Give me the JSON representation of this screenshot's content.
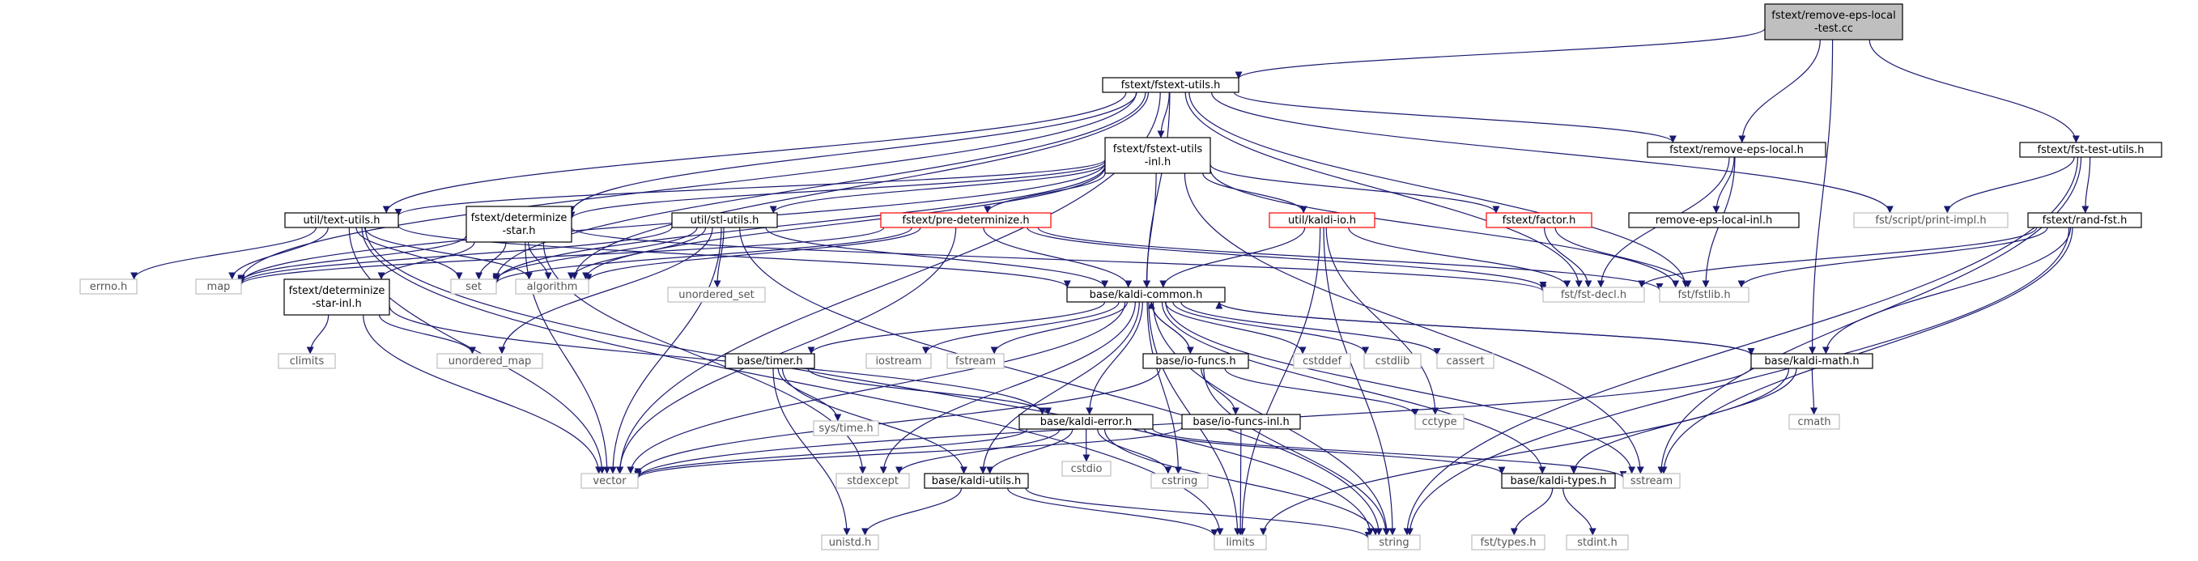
{
  "graph": {
    "colors": {
      "edge": "#191970",
      "root_fill": "#bfbfbf",
      "project_border": "#000000",
      "red_border": "#ff0000",
      "system_border": "#bfbfbf",
      "system_text": "#555555"
    },
    "nodes": [
      {
        "id": "root",
        "lines": [
          "fstext/remove-eps-local",
          "-test.cc"
        ],
        "kind": "root"
      },
      {
        "id": "fstext_utils",
        "lines": [
          "fstext/fstext-utils.h"
        ],
        "kind": "project"
      },
      {
        "id": "fstext_utils_inl",
        "lines": [
          "fstext/fstext-utils",
          "-inl.h"
        ],
        "kind": "project"
      },
      {
        "id": "remove_eps_local",
        "lines": [
          "fstext/remove-eps-local.h"
        ],
        "kind": "project"
      },
      {
        "id": "fst_test_utils",
        "lines": [
          "fstext/fst-test-utils.h"
        ],
        "kind": "project"
      },
      {
        "id": "util_text_utils",
        "lines": [
          "util/text-utils.h"
        ],
        "kind": "project"
      },
      {
        "id": "determinize_star",
        "lines": [
          "fstext/determinize",
          "-star.h"
        ],
        "kind": "project"
      },
      {
        "id": "util_stl_utils",
        "lines": [
          "util/stl-utils.h"
        ],
        "kind": "project"
      },
      {
        "id": "pre_determinize",
        "lines": [
          "fstext/pre-determinize.h"
        ],
        "kind": "red"
      },
      {
        "id": "kaldi_io",
        "lines": [
          "util/kaldi-io.h"
        ],
        "kind": "red"
      },
      {
        "id": "factor",
        "lines": [
          "fstext/factor.h"
        ],
        "kind": "red"
      },
      {
        "id": "remove_eps_local_inl",
        "lines": [
          "remove-eps-local-inl.h"
        ],
        "kind": "project"
      },
      {
        "id": "print_impl",
        "lines": [
          "fst/script/print-impl.h"
        ],
        "kind": "system"
      },
      {
        "id": "rand_fst",
        "lines": [
          "fstext/rand-fst.h"
        ],
        "kind": "project"
      },
      {
        "id": "errno",
        "lines": [
          "errno.h"
        ],
        "kind": "system"
      },
      {
        "id": "map",
        "lines": [
          "map"
        ],
        "kind": "system"
      },
      {
        "id": "set",
        "lines": [
          "set"
        ],
        "kind": "system"
      },
      {
        "id": "algorithm",
        "lines": [
          "algorithm"
        ],
        "kind": "system"
      },
      {
        "id": "determinize_star_inl",
        "lines": [
          "fstext/determinize",
          "-star-inl.h"
        ],
        "kind": "project"
      },
      {
        "id": "unordered_set",
        "lines": [
          "unordered_set"
        ],
        "kind": "system"
      },
      {
        "id": "kaldi_common",
        "lines": [
          "base/kaldi-common.h"
        ],
        "kind": "project"
      },
      {
        "id": "fst_decl",
        "lines": [
          "fst/fst-decl.h"
        ],
        "kind": "system"
      },
      {
        "id": "fstlib",
        "lines": [
          "fst/fstlib.h"
        ],
        "kind": "system"
      },
      {
        "id": "climits",
        "lines": [
          "climits"
        ],
        "kind": "system"
      },
      {
        "id": "unordered_map",
        "lines": [
          "unordered_map"
        ],
        "kind": "system"
      },
      {
        "id": "timer",
        "lines": [
          "base/timer.h"
        ],
        "kind": "project"
      },
      {
        "id": "iostream",
        "lines": [
          "iostream"
        ],
        "kind": "system"
      },
      {
        "id": "fstream",
        "lines": [
          "fstream"
        ],
        "kind": "system"
      },
      {
        "id": "io_funcs",
        "lines": [
          "base/io-funcs.h"
        ],
        "kind": "project"
      },
      {
        "id": "cstddef",
        "lines": [
          "cstddef"
        ],
        "kind": "system"
      },
      {
        "id": "cstdlib",
        "lines": [
          "cstdlib"
        ],
        "kind": "system"
      },
      {
        "id": "cassert",
        "lines": [
          "cassert"
        ],
        "kind": "system"
      },
      {
        "id": "kaldi_math",
        "lines": [
          "base/kaldi-math.h"
        ],
        "kind": "project"
      },
      {
        "id": "sys_time",
        "lines": [
          "sys/time.h"
        ],
        "kind": "system"
      },
      {
        "id": "io_funcs_inl",
        "lines": [
          "base/io-funcs-inl.h"
        ],
        "kind": "project"
      },
      {
        "id": "cctype",
        "lines": [
          "cctype"
        ],
        "kind": "system"
      },
      {
        "id": "cmath",
        "lines": [
          "cmath"
        ],
        "kind": "system"
      },
      {
        "id": "kaldi_error",
        "lines": [
          "base/kaldi-error.h"
        ],
        "kind": "project"
      },
      {
        "id": "vector",
        "lines": [
          "vector"
        ],
        "kind": "system"
      },
      {
        "id": "stdexcept",
        "lines": [
          "stdexcept"
        ],
        "kind": "system"
      },
      {
        "id": "kaldi_utils",
        "lines": [
          "base/kaldi-utils.h"
        ],
        "kind": "project"
      },
      {
        "id": "cstdio",
        "lines": [
          "cstdio"
        ],
        "kind": "system"
      },
      {
        "id": "cstring",
        "lines": [
          "cstring"
        ],
        "kind": "system"
      },
      {
        "id": "sstream",
        "lines": [
          "sstream"
        ],
        "kind": "system"
      },
      {
        "id": "kaldi_types",
        "lines": [
          "base/kaldi-types.h"
        ],
        "kind": "project"
      },
      {
        "id": "unistd",
        "lines": [
          "unistd.h"
        ],
        "kind": "system"
      },
      {
        "id": "limits",
        "lines": [
          "limits"
        ],
        "kind": "system"
      },
      {
        "id": "string",
        "lines": [
          "string"
        ],
        "kind": "system"
      },
      {
        "id": "fst_types",
        "lines": [
          "fst/types.h"
        ],
        "kind": "system"
      },
      {
        "id": "stdint",
        "lines": [
          "stdint.h"
        ],
        "kind": "system"
      }
    ],
    "edges": [
      [
        "root",
        "fstext_utils"
      ],
      [
        "root",
        "remove_eps_local"
      ],
      [
        "root",
        "fst_test_utils"
      ],
      [
        "root",
        "kaldi_math"
      ],
      [
        "fstext_utils",
        "fstext_utils_inl"
      ],
      [
        "fstext_utils",
        "remove_eps_local"
      ],
      [
        "fstext_utils",
        "print_impl"
      ],
      [
        "fstext_utils",
        "util_text_utils"
      ],
      [
        "fstext_utils",
        "determinize_star"
      ],
      [
        "fstext_utils",
        "map"
      ],
      [
        "fstext_utils",
        "set"
      ],
      [
        "fstext_utils",
        "algorithm"
      ],
      [
        "fstext_utils",
        "kaldi_common"
      ],
      [
        "fstext_utils",
        "fst_decl"
      ],
      [
        "fstext_utils",
        "fstlib"
      ],
      [
        "fstext_utils",
        "vector"
      ],
      [
        "fstext_utils_inl",
        "util_text_utils"
      ],
      [
        "fstext_utils_inl",
        "determinize_star"
      ],
      [
        "fstext_utils_inl",
        "util_stl_utils"
      ],
      [
        "fstext_utils_inl",
        "pre_determinize"
      ],
      [
        "fstext_utils_inl",
        "kaldi_io"
      ],
      [
        "fstext_utils_inl",
        "factor"
      ],
      [
        "fstext_utils_inl",
        "kaldi_common"
      ],
      [
        "fstext_utils_inl",
        "algorithm"
      ],
      [
        "fstext_utils_inl",
        "map"
      ],
      [
        "fstext_utils_inl",
        "set"
      ],
      [
        "fstext_utils_inl",
        "fstlib"
      ],
      [
        "fstext_utils_inl",
        "sstream"
      ],
      [
        "remove_eps_local",
        "remove_eps_local_inl"
      ],
      [
        "remove_eps_local",
        "fst_decl"
      ],
      [
        "remove_eps_local",
        "fstlib"
      ],
      [
        "fst_test_utils",
        "print_impl"
      ],
      [
        "fst_test_utils",
        "rand_fst"
      ],
      [
        "fst_test_utils",
        "sstream"
      ],
      [
        "fst_test_utils",
        "string"
      ],
      [
        "util_text_utils",
        "errno"
      ],
      [
        "util_text_utils",
        "map"
      ],
      [
        "util_text_utils",
        "set"
      ],
      [
        "util_text_utils",
        "algorithm"
      ],
      [
        "util_text_utils",
        "kaldi_common"
      ],
      [
        "util_text_utils",
        "vector"
      ],
      [
        "util_text_utils",
        "string"
      ],
      [
        "util_text_utils",
        "limits"
      ],
      [
        "determinize_star",
        "determinize_star_inl"
      ],
      [
        "determinize_star",
        "map"
      ],
      [
        "determinize_star",
        "set"
      ],
      [
        "determinize_star",
        "algorithm"
      ],
      [
        "determinize_star",
        "fst_decl"
      ],
      [
        "determinize_star",
        "vector"
      ],
      [
        "determinize_star",
        "stdexcept"
      ],
      [
        "util_stl_utils",
        "map"
      ],
      [
        "util_stl_utils",
        "set"
      ],
      [
        "util_stl_utils",
        "algorithm"
      ],
      [
        "util_stl_utils",
        "unordered_set"
      ],
      [
        "util_stl_utils",
        "unordered_map"
      ],
      [
        "util_stl_utils",
        "kaldi_common"
      ],
      [
        "util_stl_utils",
        "vector"
      ],
      [
        "util_stl_utils",
        "string"
      ],
      [
        "pre_determinize",
        "map"
      ],
      [
        "pre_determinize",
        "set"
      ],
      [
        "pre_determinize",
        "algorithm"
      ],
      [
        "pre_determinize",
        "kaldi_common"
      ],
      [
        "pre_determinize",
        "fst_decl"
      ],
      [
        "pre_determinize",
        "fstlib"
      ],
      [
        "pre_determinize",
        "vector"
      ],
      [
        "kaldi_io",
        "kaldi_common"
      ],
      [
        "kaldi_io",
        "fst_decl"
      ],
      [
        "kaldi_io",
        "cctype"
      ],
      [
        "kaldi_io",
        "string"
      ],
      [
        "kaldi_io",
        "limits"
      ],
      [
        "factor",
        "fst_decl"
      ],
      [
        "factor",
        "fstlib"
      ],
      [
        "rand_fst",
        "fst_decl"
      ],
      [
        "rand_fst",
        "fstlib"
      ],
      [
        "rand_fst",
        "kaldi_math"
      ],
      [
        "rand_fst",
        "sstream"
      ],
      [
        "rand_fst",
        "string"
      ],
      [
        "determinize_star_inl",
        "climits"
      ],
      [
        "determinize_star_inl",
        "unordered_map"
      ],
      [
        "determinize_star_inl",
        "vector"
      ],
      [
        "determinize_star_inl",
        "kaldi_error"
      ],
      [
        "kaldi_common",
        "timer"
      ],
      [
        "kaldi_common",
        "iostream"
      ],
      [
        "kaldi_common",
        "fstream"
      ],
      [
        "kaldi_common",
        "io_funcs"
      ],
      [
        "kaldi_common",
        "cstddef"
      ],
      [
        "kaldi_common",
        "cstdlib"
      ],
      [
        "kaldi_common",
        "cassert"
      ],
      [
        "kaldi_common",
        "kaldi_math"
      ],
      [
        "kaldi_common",
        "kaldi_error"
      ],
      [
        "kaldi_common",
        "vector"
      ],
      [
        "kaldi_common",
        "stdexcept"
      ],
      [
        "kaldi_common",
        "kaldi_utils"
      ],
      [
        "kaldi_common",
        "cstring"
      ],
      [
        "kaldi_common",
        "sstream"
      ],
      [
        "kaldi_common",
        "kaldi_types"
      ],
      [
        "kaldi_common",
        "limits"
      ],
      [
        "kaldi_common",
        "string"
      ],
      [
        "timer",
        "sys_time"
      ],
      [
        "timer",
        "kaldi_error"
      ],
      [
        "timer",
        "kaldi_utils"
      ],
      [
        "timer",
        "unistd"
      ],
      [
        "io_funcs",
        "kaldi_common"
      ],
      [
        "io_funcs",
        "io_funcs_inl"
      ],
      [
        "io_funcs",
        "cctype"
      ],
      [
        "io_funcs",
        "vector"
      ],
      [
        "io_funcs",
        "string"
      ],
      [
        "io_funcs_inl",
        "vector"
      ],
      [
        "io_funcs_inl",
        "limits"
      ],
      [
        "kaldi_math",
        "kaldi_common"
      ],
      [
        "kaldi_math",
        "cmath"
      ],
      [
        "kaldi_math",
        "kaldi_types"
      ],
      [
        "kaldi_math",
        "vector"
      ],
      [
        "kaldi_math",
        "limits"
      ],
      [
        "kaldi_error",
        "vector"
      ],
      [
        "kaldi_error",
        "stdexcept"
      ],
      [
        "kaldi_error",
        "kaldi_utils"
      ],
      [
        "kaldi_error",
        "cstdio"
      ],
      [
        "kaldi_error",
        "cstring"
      ],
      [
        "kaldi_error",
        "sstream"
      ],
      [
        "kaldi_error",
        "kaldi_types"
      ],
      [
        "kaldi_error",
        "string"
      ],
      [
        "kaldi_utils",
        "unistd"
      ],
      [
        "kaldi_utils",
        "limits"
      ],
      [
        "kaldi_utils",
        "string"
      ],
      [
        "kaldi_types",
        "fst_types"
      ],
      [
        "kaldi_types",
        "stdint"
      ]
    ]
  }
}
